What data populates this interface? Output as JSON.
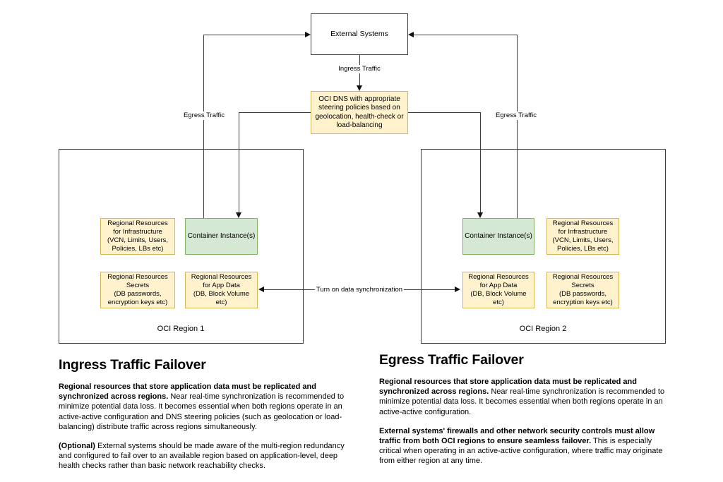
{
  "diagram": {
    "external_systems": {
      "label": "External Systems"
    },
    "dns": {
      "label": "OCI DNS with appropriate\nsteering policies based on\ngeolocation, health-check or\nload-balancing"
    },
    "labels": {
      "ingress": "Ingress Traffic",
      "egress": "Egress Traffic",
      "sync": "Turn on data synchronization"
    },
    "region1": {
      "title": "OCI Region 1",
      "infra": "Regional Resources\nfor Infrastructure\n(VCN, Limits, Users,\nPolicies, LBs etc)",
      "container": "Container Instance(s)",
      "secrets": "Regional Resources\nSecrets\n(DB passwords,\nencryption keys etc)",
      "app_data": "Regional Resources\nfor App Data\n(DB, Block Volume\netc)"
    },
    "region2": {
      "title": "OCI Region 2",
      "infra": "Regional Resources\nfor Infrastructure\n(VCN, Limits, Users,\nPolicies, LBs etc)",
      "container": "Container Instance(s)",
      "secrets": "Regional Resources\nSecrets\n(DB passwords,\nencryption keys etc)",
      "app_data": "Regional Resources\nfor App Data\n(DB, Block Volume\netc)"
    }
  },
  "sections": {
    "ingress": {
      "title": "Ingress Traffic Failover",
      "p1_bold": "Regional resources that store application data must be replicated and synchronized across regions.",
      "p1_rest": " Near real-time synchronization is recommended to minimize potential data loss. It becomes essential when both regions operate in an active-active configuration and DNS steering policies (such as geolocation or load-balancing) distribute traffic across regions simultaneously.",
      "p2_bold": "(Optional)",
      "p2_rest": " External systems should be made aware of the multi-region redundancy and configured to fail over to an available region based on application-level, deep health checks rather than basic network reachability checks."
    },
    "egress": {
      "title": "Egress Traffic Failover",
      "p1_bold": "Regional resources that store application data must be replicated and synchronized across regions.",
      "p1_rest": " Near real-time synchronization is recommended to minimize potential data loss. It becomes essential when both regions operate in an active-active configuration.",
      "p2_bold": "External systems' firewalls and other network security controls must allow traffic from both OCI regions to ensure seamless failover.",
      "p2_rest": " This is especially critical when operating in an active-active configuration, where traffic may originate from either region at any time."
    }
  },
  "colors": {
    "yellow_fill": "#fff2cc",
    "yellow_border": "#d6b656",
    "green_fill": "#d5e8d4",
    "green_border": "#82b366",
    "line": "#3c3c3c"
  }
}
